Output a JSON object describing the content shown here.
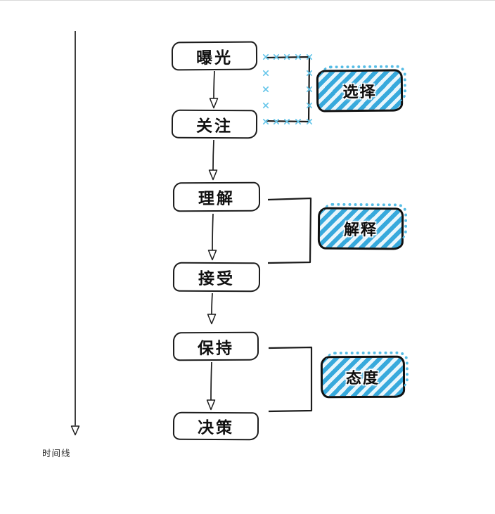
{
  "diagram": {
    "timeline": {
      "label": "时间线"
    },
    "stages": [
      {
        "id": "exposure",
        "label": "曝光"
      },
      {
        "id": "attention",
        "label": "关注"
      },
      {
        "id": "comprehension",
        "label": "理解"
      },
      {
        "id": "acceptance",
        "label": "接受"
      },
      {
        "id": "retention",
        "label": "保持"
      },
      {
        "id": "decision",
        "label": "决策"
      }
    ],
    "tags": [
      {
        "id": "selection",
        "label": "选择",
        "links": "曝光–关注"
      },
      {
        "id": "interpretation",
        "label": "解释",
        "links": "理解–接受"
      },
      {
        "id": "attitude",
        "label": "态度",
        "links": "保持–决策"
      }
    ],
    "colors": {
      "hatch_blue": "#37a9dc",
      "hatch_light": "#e9f6fc",
      "selection_handle_blue": "#66c6ea",
      "ink": "#1c1c1c"
    }
  }
}
